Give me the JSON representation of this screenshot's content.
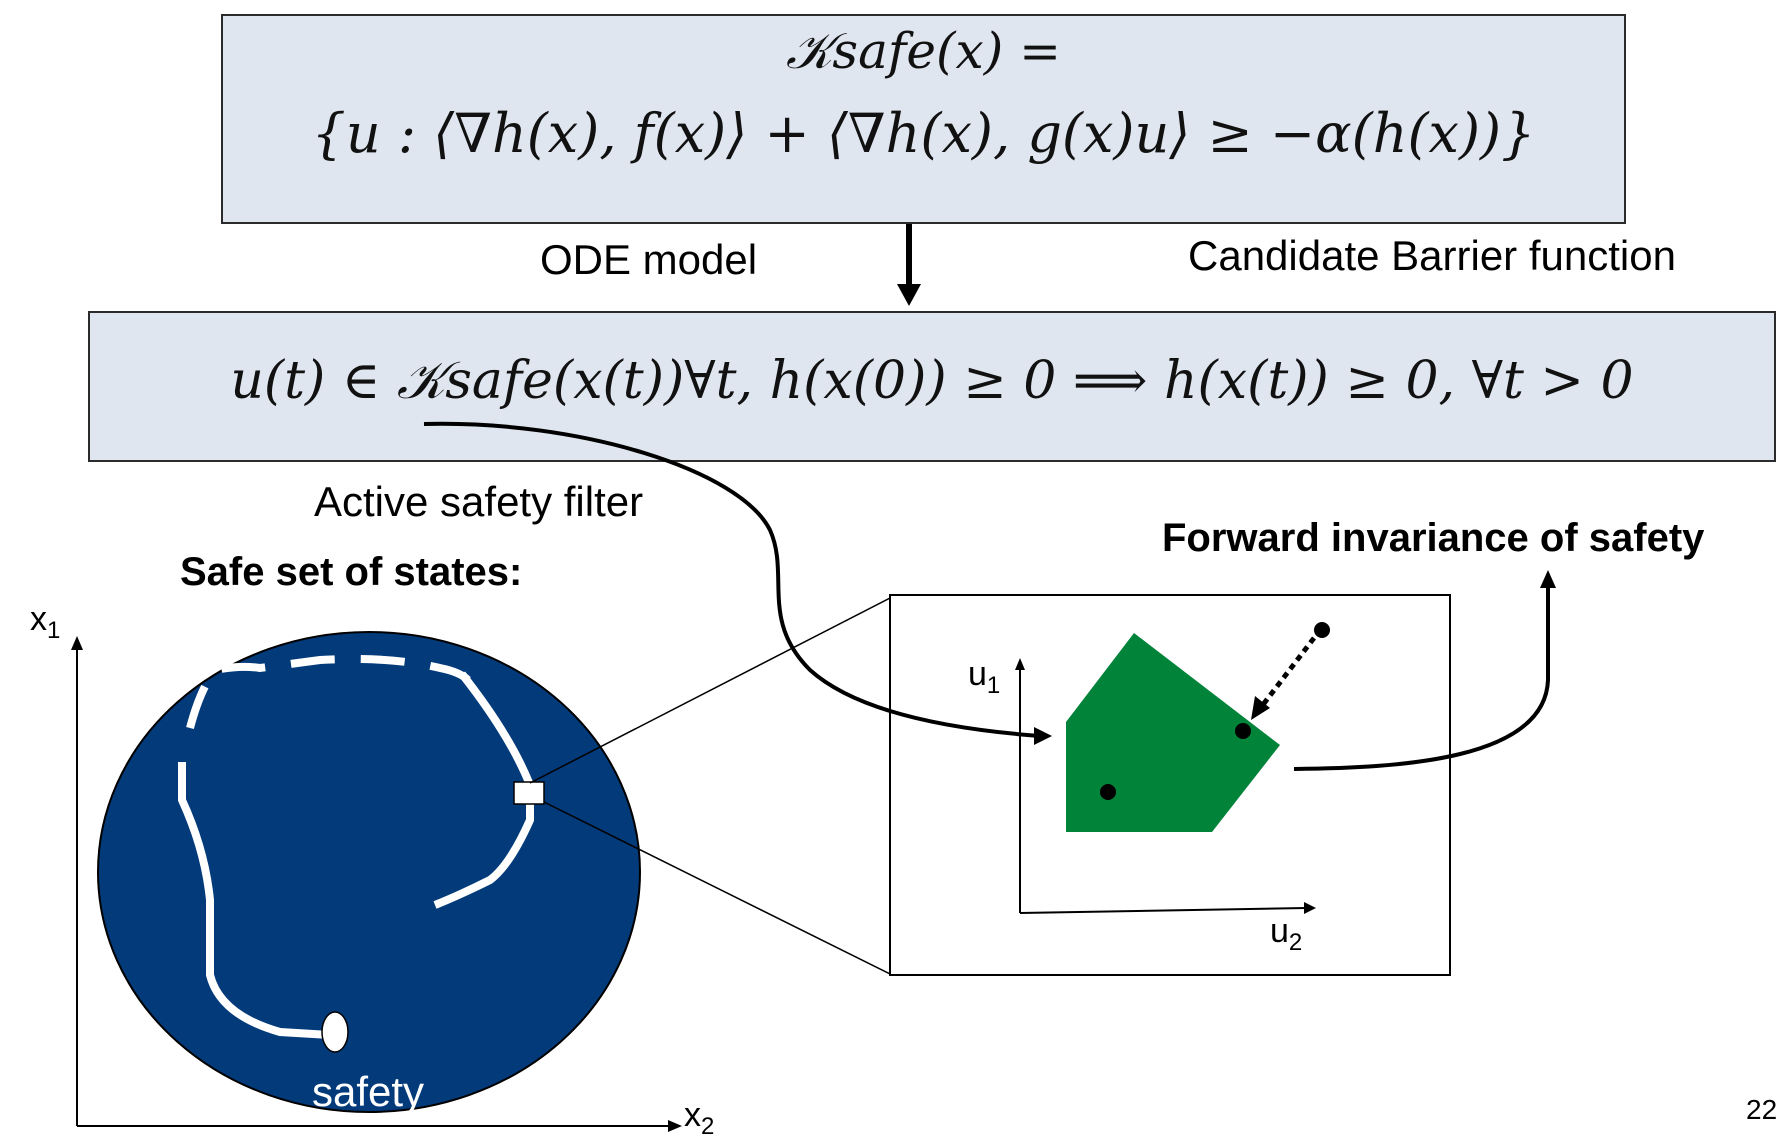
{
  "formula_top": {
    "line1": "𝒦safe(x) =",
    "line2": "{u : ⟨∇h(x), f(x)⟩ + ⟨∇h(x), g(x)u⟩ ≥ −α(h(x))}"
  },
  "formula_mid": {
    "text": "u(t) ∈ 𝒦safe(x(t))∀t, h(x(0)) ≥ 0  ⟹  h(x(t)) ≥ 0, ∀t > 0"
  },
  "labels": {
    "ode_model": "ODE model",
    "candidate_barrier": "Candidate Barrier function",
    "active_filter": "Active safety filter",
    "safe_set": "Safe set of states:",
    "forward_invariance": "Forward invariance of safety",
    "safety": "safety",
    "page_number": "22"
  },
  "axes_left": {
    "y": "x",
    "y_sub": "1",
    "x": "x",
    "x_sub": "2"
  },
  "axes_right": {
    "y": "u",
    "y_sub": "1",
    "x": "u",
    "x_sub": "2"
  },
  "colors": {
    "formula_box": "#dfe6f0",
    "safe_set_fill": "#023a7a",
    "polygon_fill": "#02833a",
    "path": "#ffffff"
  }
}
